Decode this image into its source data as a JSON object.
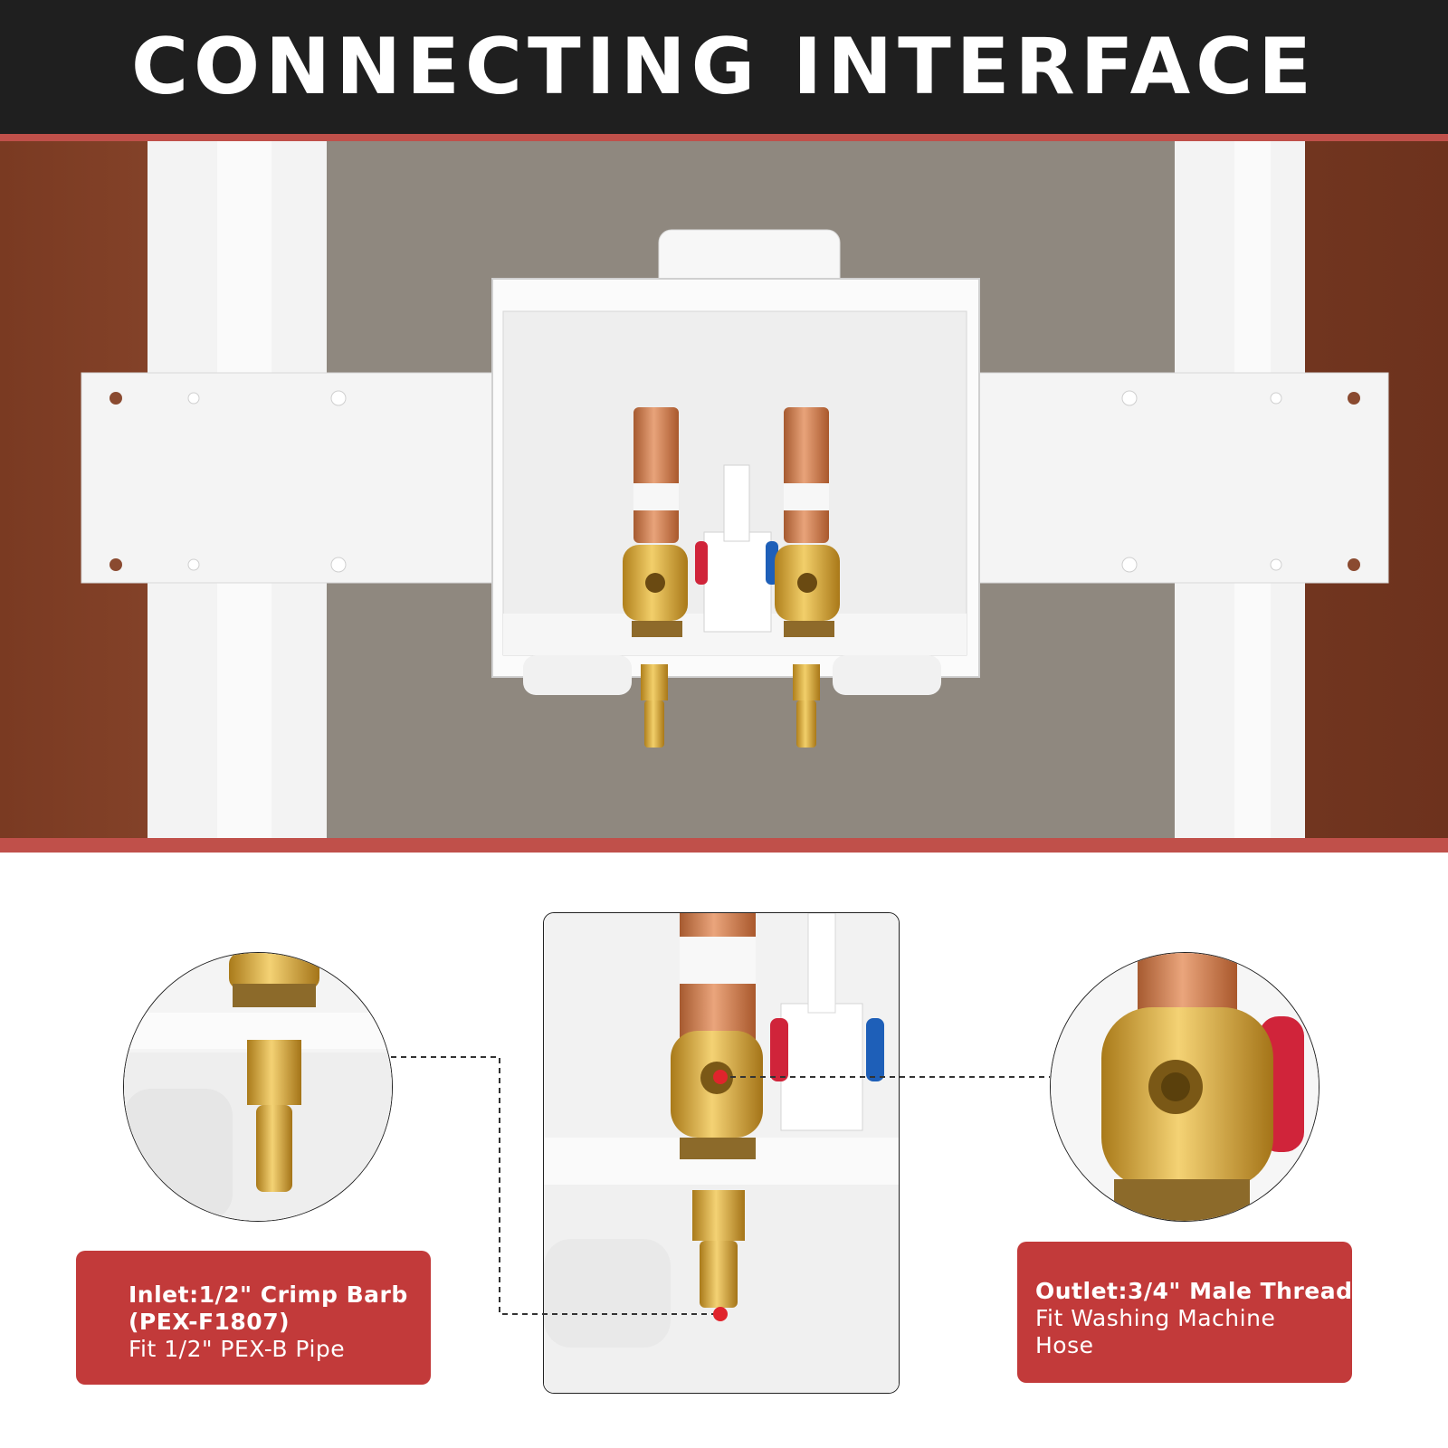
{
  "header": {
    "title": "CONNECTING INTERFACE"
  },
  "inlet_label": {
    "line1": "Inlet:1/2\" Crimp Barb",
    "line2": "(PEX-F1807)",
    "line3": "Fit 1/2\" PEX-B Pipe"
  },
  "outlet_label": {
    "line1": "Outlet:3/4\" Male Thread",
    "line2": "Fit Washing Machine",
    "line3": "Hose"
  },
  "colors": {
    "banner": "#1f1f1f",
    "label_bg": "#c23a3a",
    "hot_handle": "#d0243a",
    "cold_handle": "#1e5fb8",
    "brass": "#d9a93a",
    "copper": "#c8794a"
  }
}
